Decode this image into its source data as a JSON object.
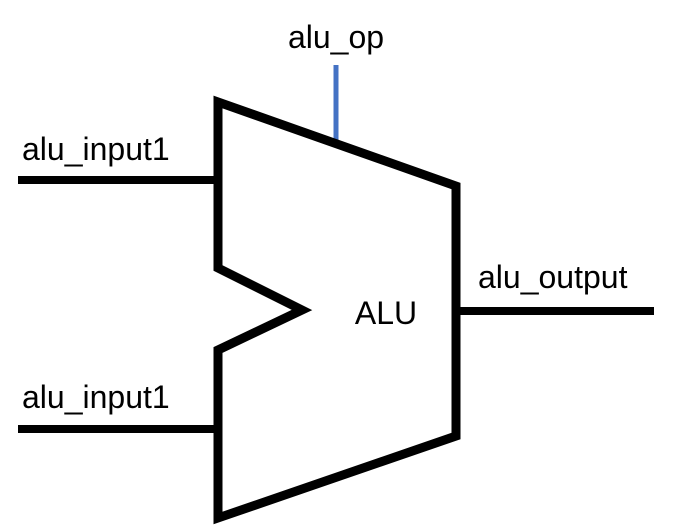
{
  "diagram": {
    "alu_label": "ALU",
    "control_label": "alu_op",
    "input_top_label": "alu_input1",
    "input_bottom_label": "alu_input1",
    "output_label": "alu_output"
  },
  "colors": {
    "wire": "#000000",
    "control_line": "#4472c4",
    "background": "#ffffff"
  }
}
